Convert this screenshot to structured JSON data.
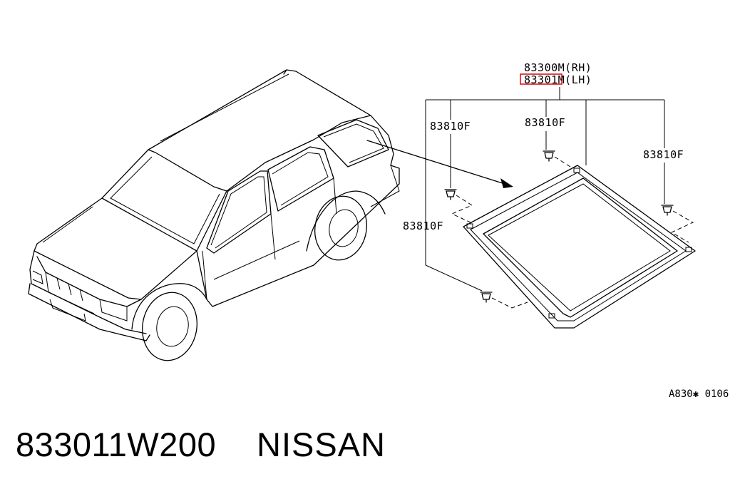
{
  "diagram": {
    "parts": {
      "rh_part": "83300M(RH)",
      "lh_part_number": "83301",
      "lh_part_suffix": "M(LH)",
      "fastener_labels": [
        "83810F",
        "83810F",
        "83810F",
        "83810F"
      ]
    },
    "diagram_code": "A830✱ 0106",
    "highlight_color": "#e0141e"
  },
  "caption": {
    "part_number": "833011W200",
    "brand": "NISSAN"
  }
}
